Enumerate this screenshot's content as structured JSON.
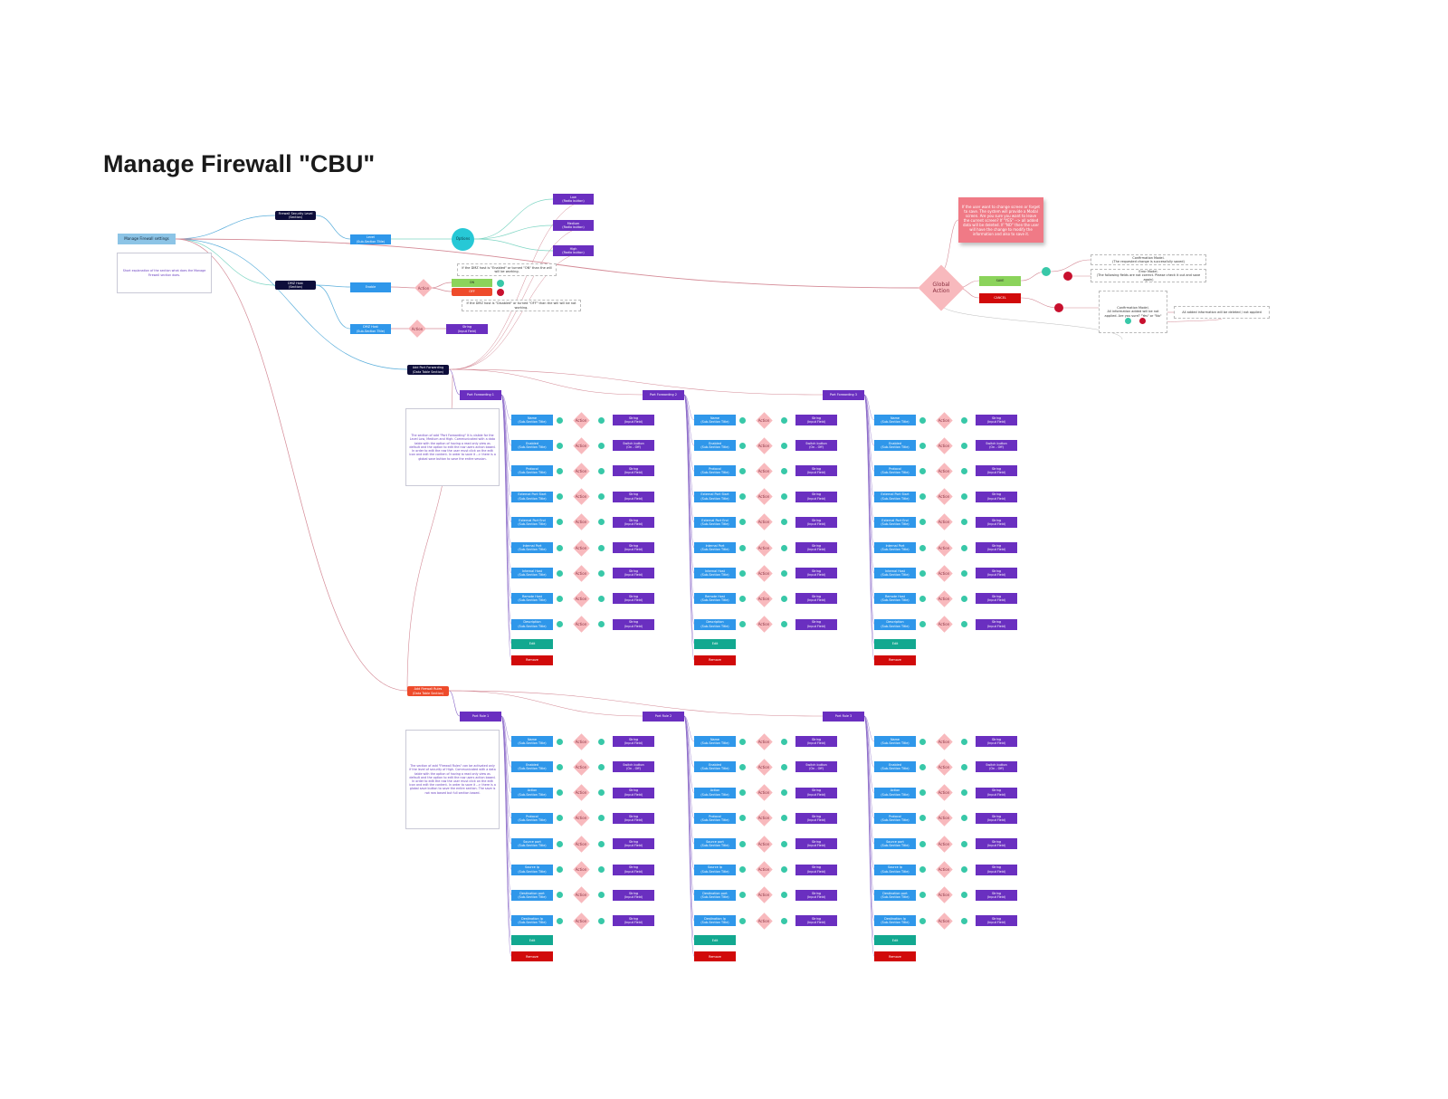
{
  "title": "Manage Firewall \"CBU\"",
  "root": {
    "label": "Manage Firewall settings",
    "note": "Short explanation of the section what does the Manage Firewall section does."
  },
  "security_level": {
    "section": [
      "Firewall Security Level",
      "(Section)"
    ],
    "level": [
      "Level",
      "(Sub-Section Title)"
    ],
    "hub": "Options",
    "options": [
      [
        "Low",
        "(Radio button)"
      ],
      [
        "Medium",
        "(Radio button)"
      ],
      [
        "High",
        "(Radio button)"
      ]
    ]
  },
  "dmz": {
    "section": [
      "DMZ Host",
      "(Section)"
    ],
    "enable": [
      "Enable"
    ],
    "action": "Action",
    "on": "ON",
    "off": "OFF",
    "note_on": "If the DMZ host is \"Enabled\" or turned \"ON\" than the will will be working.",
    "note_off": "If the DMZ host is \"Disabled\" or turned \"OFF\" than the will will be not working.",
    "host": [
      "DMZ Host",
      "(Sub-Section Title)"
    ],
    "host_action": "Action",
    "host_value": [
      "String",
      "(Input Field)"
    ]
  },
  "port_forwarding": {
    "section": [
      "Add Port Forwarding",
      "(Data Table Section)"
    ],
    "note": "The section of add \"Port Forwarding\" It is visible for the Level Low, Medium and High. Communicated with a data table with the option of having a read only view as default and the option to edit the row users action based. In order to edit the row the user must click on the edit icon and edit the content. In order to save it --> there is a global save button to save the entire session.",
    "groups": [
      "Port Forwarding 1",
      "Port Forwarding 2",
      "Port Forwarding 3"
    ],
    "rows": [
      {
        "field": "Name",
        "value": [
          "String",
          "(Input Field)"
        ]
      },
      {
        "field": "Enabled",
        "value": [
          "Switch button",
          "(On - Off)"
        ]
      },
      {
        "field": "Protocol",
        "value": [
          "String",
          "(Input Field)"
        ]
      },
      {
        "field": "External Port Start",
        "value": [
          "String",
          "(Input Field)"
        ]
      },
      {
        "field": "External Port End",
        "value": [
          "String",
          "(Input Field)"
        ]
      },
      {
        "field": "Internal Port",
        "value": [
          "String",
          "(Input Field)"
        ]
      },
      {
        "field": "Internal Host",
        "value": [
          "String",
          "(Input Field)"
        ]
      },
      {
        "field": "Remote Host",
        "value": [
          "String",
          "(Input Field)"
        ]
      },
      {
        "field": "Description",
        "value": [
          "String",
          "(Input Field)"
        ]
      }
    ]
  },
  "firewall_rules": {
    "section": [
      "Add Firewall Rules",
      "(Data Table Section)"
    ],
    "note": "The section of add \"Firewall Rules\" can be activated only if the level of security of High. Communicated with a data table with the option of having a read only view as default and the option to edit the row users action based. In order to edit the row the user must click on the edit icon and edit the content. In order to save it --> there is a global save button to save the entire section. The save is not row based but full section based.",
    "groups": [
      "Port Rule 1",
      "Port Rule 2",
      "Port Rule 3"
    ],
    "rows": [
      {
        "field": "Name",
        "value": [
          "String",
          "(Input Field)"
        ]
      },
      {
        "field": "Enabled",
        "value": [
          "Switch button",
          "(On - Off)"
        ]
      },
      {
        "field": "Action",
        "value": [
          "String",
          "(Input Field)"
        ]
      },
      {
        "field": "Protocol",
        "value": [
          "String",
          "(Input Field)"
        ]
      },
      {
        "field": "Source port",
        "value": [
          "String",
          "(Input Field)"
        ]
      },
      {
        "field": "Source Ip",
        "value": [
          "String",
          "(Input Field)"
        ]
      },
      {
        "field": "Destination port",
        "value": [
          "String",
          "(Input Field)"
        ]
      },
      {
        "field": "Destination Ip",
        "value": [
          "String",
          "(Input Field)"
        ]
      }
    ]
  },
  "row_common": {
    "subtitle": "(Sub-Section Title)",
    "action": "Action",
    "edit": "Edit",
    "remove": "Remove"
  },
  "global": {
    "action": [
      "Global",
      "Action"
    ],
    "sticky": "If the user want to change screen or forget to save. The system will provide a Modal screen. Are you sure you want to leave the current screen? If \"YES\" --> all added data will be deleted. If \"NO\" then the user will have the change to modify the information and also to save it.",
    "save": "SAVE",
    "cancel": "CANCEL",
    "confirmation_title": "Confirmation Model.",
    "confirmation_text": "(The requested change is successfully saved)",
    "error_title": "Error Model.",
    "error_text": "(The following fields are not correct. Please check it out and save again)",
    "cancel_modal_title": "Confirmation Model.",
    "cancel_modal_text": "All information added will be not applied. Are you sure? \"Yes\" or \"No\"",
    "deleted_note": "All added information will be deleted / not applied"
  },
  "colors": {
    "dark": "#0d0d3a",
    "blue": "#2f97ea",
    "purple": "#6a2fc0",
    "teal": "#12a890",
    "red": "#d10a0a",
    "orange": "#ee4b2b",
    "green": "#8bd35b",
    "pink": "#f8b9bd",
    "hub": "#27c8d6",
    "sticky": "#f07a86",
    "line_blue": "#5aaedb",
    "line_pink": "#d48a96",
    "line_teal": "#7fd6c4",
    "line_purple": "#8a68c8"
  }
}
